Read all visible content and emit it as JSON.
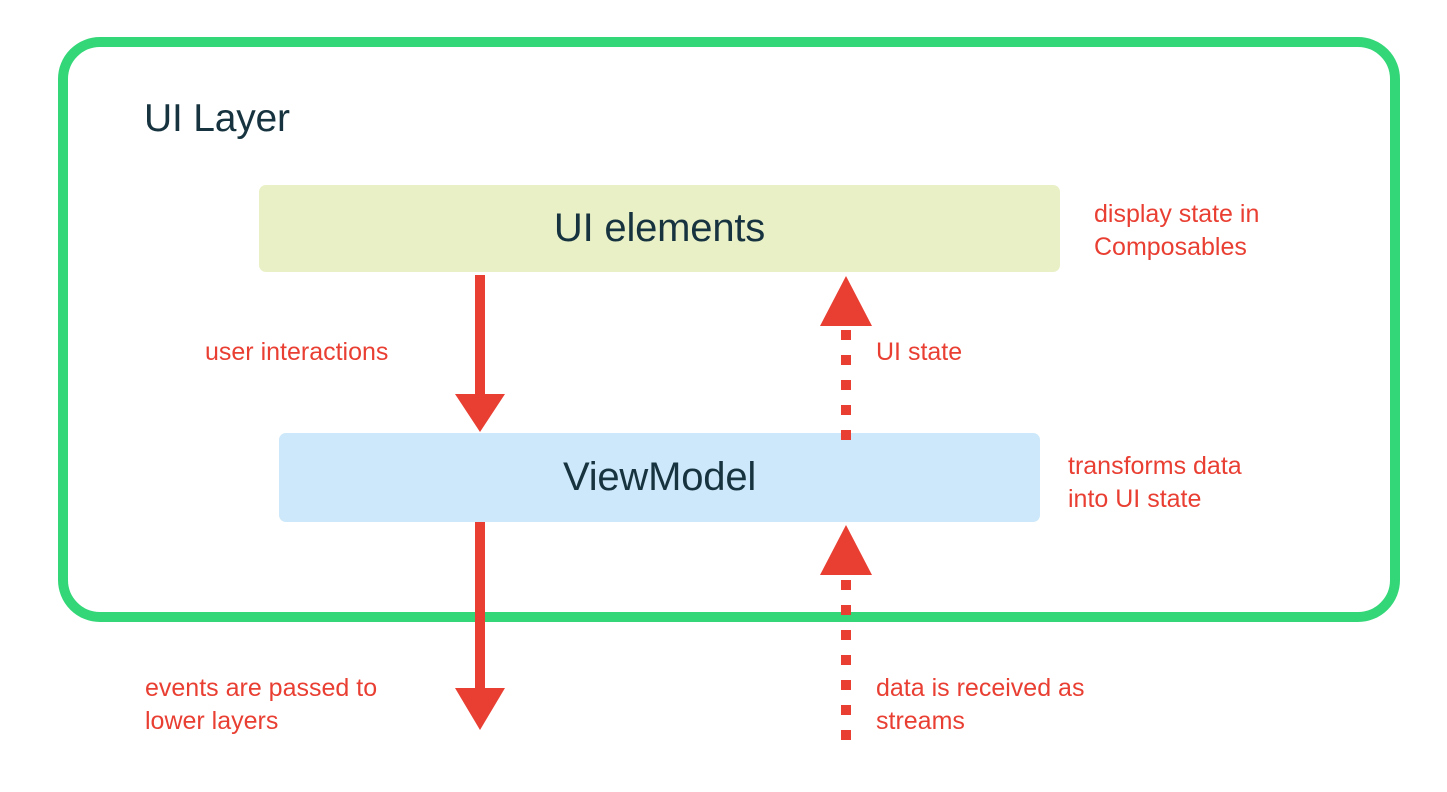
{
  "diagram": {
    "title": "UI Layer",
    "colors": {
      "layer_border": "#33d778",
      "ui_elements_box": "#eaf0c6",
      "viewmodel_box": "#cce8fa",
      "annotation_red": "#e93f33",
      "text_navy": "#16333f",
      "background": "#ffffff"
    },
    "boxes": [
      {
        "id": "ui-elements",
        "label": "UI elements"
      },
      {
        "id": "viewmodel",
        "label": "ViewModel"
      }
    ],
    "annotations": {
      "display_state": "display state in\nComposables",
      "transforms": "transforms data\ninto UI state",
      "user_interactions": "user interactions",
      "ui_state": "UI state",
      "events_passed": "events are passed to\nlower layers",
      "data_streams": "data is received as\nstreams"
    },
    "arrows": [
      {
        "id": "user-interactions-arrow",
        "style": "solid",
        "direction": "down",
        "from": "UI elements",
        "to": "ViewModel"
      },
      {
        "id": "ui-state-arrow",
        "style": "dotted",
        "direction": "up",
        "from": "ViewModel",
        "to": "UI elements"
      },
      {
        "id": "events-arrow",
        "style": "solid",
        "direction": "down",
        "from": "ViewModel",
        "to": "lower layers"
      },
      {
        "id": "data-streams-arrow",
        "style": "dotted",
        "direction": "up",
        "from": "lower layers",
        "to": "ViewModel"
      }
    ]
  }
}
